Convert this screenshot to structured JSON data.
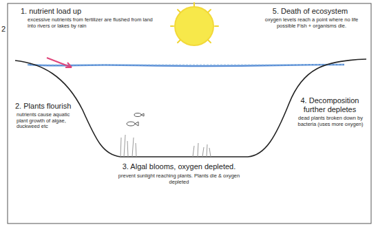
{
  "diagram": {
    "labels": [
      "1. nutrient load up",
      "excessive nutrients from fertilizer are flushed from land into rivers or lakes by rain",
      "2",
      "5. Death of ecosystem",
      "oxygen levels reach a point where no life possible Fish + organisms die.",
      "2. Plants flourish",
      "nutrients cause aquatic plant growth of algae, duckweed etc",
      "4. Decomposition further depletes",
      "dead plants broken down by bacteria (uses more oxygen)",
      "3. Algal blooms, oxygen depleted.",
      "prevent sunlight reaching plants. Plants die & oxygen depleted"
    ]
  }
}
